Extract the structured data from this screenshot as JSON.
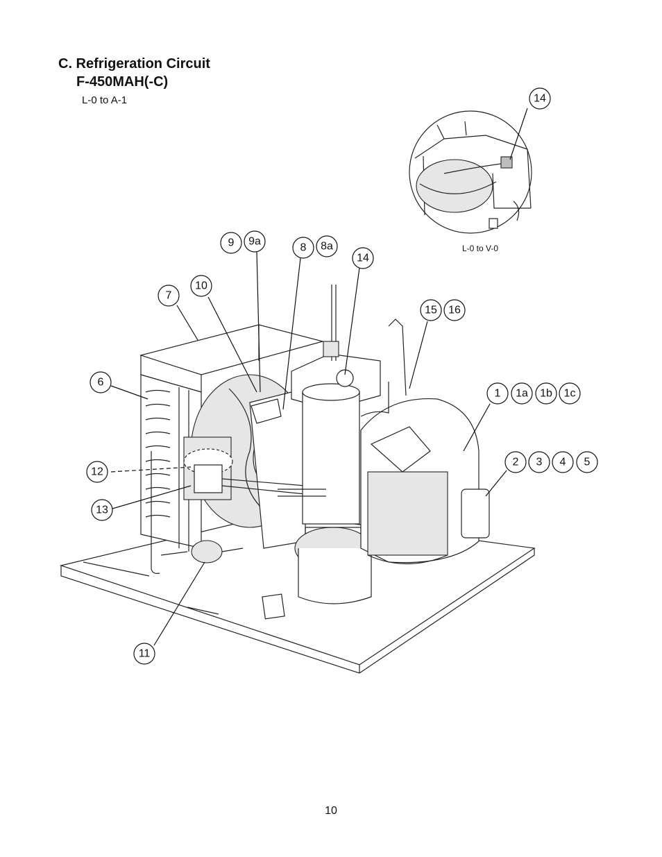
{
  "header": {
    "title": "C. Refrigeration Circuit",
    "model": "F-450MAH(-C)",
    "serial_range": "L-0 to A-1"
  },
  "inset": {
    "serial_range": "L-0 to V-0",
    "callout": "14"
  },
  "callouts": {
    "c1": "1",
    "c1a": "1a",
    "c1b": "1b",
    "c1c": "1c",
    "c2": "2",
    "c3": "3",
    "c4": "4",
    "c5": "5",
    "c6": "6",
    "c7": "7",
    "c8": "8",
    "c8a": "8a",
    "c9": "9",
    "c9a": "9a",
    "c10": "10",
    "c11": "11",
    "c12": "12",
    "c13": "13",
    "c14": "14",
    "c15": "15",
    "c16": "16"
  },
  "footer": {
    "page_number": "10"
  }
}
